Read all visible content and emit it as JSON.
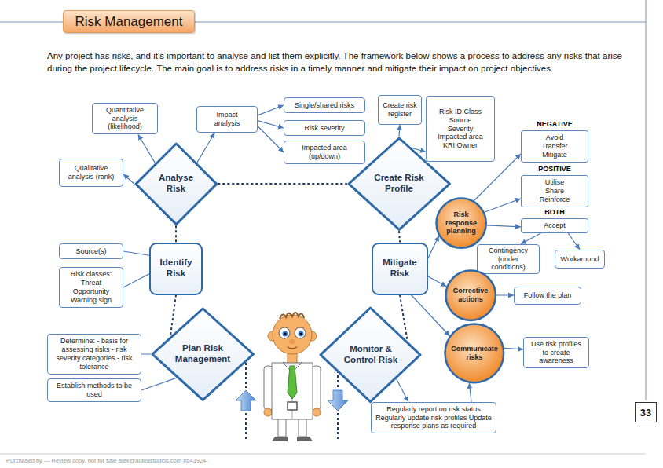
{
  "diagram": {
    "title": "Risk Management",
    "nodes": [
      {
        "text": [
          "Quantitative analysis (likelihood)"
        ]
      },
      {
        "text": [
          "Impact analysis"
        ]
      },
      {
        "text": [
          "Single/shared risks"
        ]
      },
      {
        "text": [
          "Risk severity"
        ]
      },
      {
        "text": [
          "Impacted area (up/down)"
        ]
      },
      {
        "text": [
          "Create risk register"
        ]
      },
      {
        "text": [
          "Risk ID Class Source Severity Impacted area KRI Owner"
        ]
      },
      {
        "text": [
          "NEGATIVE",
          "Avoid Transfer Mitigate"
        ]
      },
      {
        "text": [
          "Qualitative analysis (rank)"
        ]
      },
      {
        "text": [
          "Analyse Risk"
        ]
      },
      {
        "text": [
          "Create Risk Profile"
        ]
      },
      {
        "text": [
          "POSITIVE",
          "Utilise Share Reinforce"
        ]
      },
      {
        "text": [
          "Risk response planning"
        ]
      },
      {
        "text": [
          "BOTH",
          "Accept"
        ]
      },
      {
        "text": [
          "Source(s)"
        ]
      },
      {
        "text": [
          "Identify Risk"
        ]
      },
      {
        "text": [
          "Mitigate Risk"
        ]
      },
      {
        "text": [
          "Contingency (under conditions)"
        ]
      },
      {
        "text": [
          "Workaround"
        ]
      },
      {
        "text": [
          "Risk classes: Threat Opportunity Warning sign"
        ]
      },
      {
        "text": [
          "Corrective actions"
        ]
      },
      {
        "text": [
          "Follow the plan"
        ]
      },
      {
        "text": [
          "Determine: - basis for assessing risks - risk severity categories - risk tolerance"
        ]
      },
      {
        "text": [
          "Plan Risk Management"
        ]
      },
      {
        "text": [
          "Monitor & Control Risk"
        ]
      },
      {
        "text": [
          "Communicate risks"
        ]
      },
      {
        "text": [
          "Use risk profiles to create awareness"
        ]
      },
      {
        "text": [
          "Establish methods to be used"
        ]
      },
      {
        "text": [
          "Regularly report on risk status Regularly update risk profiles Update response plans as required"
        ]
      },
      {
        "text": [
          "33"
        ]
      }
    ],
    "edges": [
      {
        "from": 9,
        "to": 0,
        "arrow": "to"
      },
      {
        "from": 9,
        "to": 8,
        "arrow": "to"
      },
      {
        "from": 9,
        "to": 1,
        "arrow": "to"
      },
      {
        "from": 1,
        "to": 2,
        "arrow": "to"
      },
      {
        "from": 1,
        "to": 3,
        "arrow": "to"
      },
      {
        "from": 1,
        "to": 4,
        "arrow": "to"
      },
      {
        "from": 9,
        "to": 10,
        "arrow": "none"
      },
      {
        "from": 10,
        "to": 5,
        "arrow": "to"
      },
      {
        "from": 10,
        "to": 6,
        "arrow": "to"
      },
      {
        "from": 9,
        "to": 15,
        "arrow": "none"
      },
      {
        "from": 10,
        "to": 16,
        "arrow": "none"
      },
      {
        "from": 15,
        "to": 14,
        "arrow": "none"
      },
      {
        "from": 15,
        "to": 19,
        "arrow": "none"
      },
      {
        "from": 15,
        "to": 23,
        "arrow": "none"
      },
      {
        "from": 16,
        "to": 12,
        "arrow": "to"
      },
      {
        "from": 16,
        "to": 20,
        "arrow": "to"
      },
      {
        "from": 16,
        "to": 25,
        "arrow": "to"
      },
      {
        "from": 16,
        "to": 24,
        "arrow": "none"
      },
      {
        "from": 12,
        "to": 7,
        "arrow": "to"
      },
      {
        "from": 12,
        "to": 11,
        "arrow": "to"
      },
      {
        "from": 12,
        "to": 13,
        "arrow": "to"
      },
      {
        "from": 13,
        "to": 17,
        "arrow": "to"
      },
      {
        "from": 13,
        "to": 18,
        "arrow": "to"
      },
      {
        "from": 20,
        "to": 21,
        "arrow": "to"
      },
      {
        "from": 25,
        "to": 26,
        "arrow": "to"
      },
      {
        "from": 23,
        "to": 22,
        "arrow": "none"
      },
      {
        "from": 23,
        "to": 27,
        "arrow": "none"
      },
      {
        "from": 24,
        "to": 28,
        "arrow": "to"
      },
      {
        "from": 28,
        "to": 25,
        "arrow": "to"
      }
    ],
    "labels": [
      "Any project has risks, and it’s important to analyse and list them explicitly. The framework below shows a process to address any risks that arise during the project lifecycle. The main goal is to address risks in a timely manner and mitigate their impact on project objectives.",
      "Purchased by --- Review copy, not for sale alex@aoteastudios.com #643924-"
    ]
  }
}
